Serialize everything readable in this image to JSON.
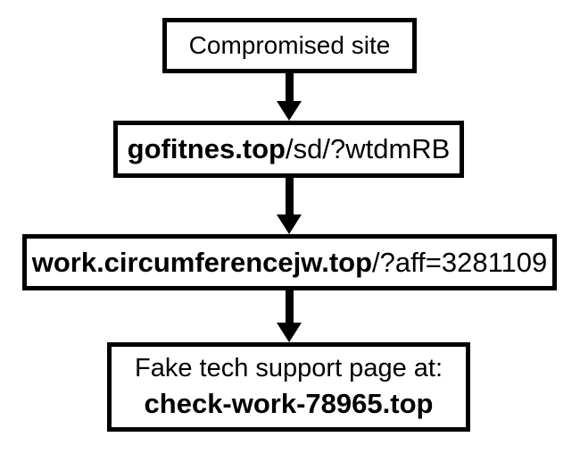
{
  "page": {
    "background_color": "#ffffff",
    "foreground_color": "#000000",
    "description": "Redirect chain flowchart from compromised site to fake tech support page"
  },
  "nodes": {
    "compromised_site": {
      "label": "Compromised site"
    },
    "gofitnes": {
      "domain": "gofitnes.top",
      "path": "/sd/?wtdmRB"
    },
    "circumference": {
      "domain": "work.circumferencejw.top",
      "path": "/?aff=3281109"
    },
    "fake_support": {
      "caption": "Fake tech support page at:",
      "domain": "check-work-78965.top"
    }
  },
  "arrows": {
    "arrow_1": "compromised_site -> gofitnes",
    "arrow_2": "gofitnes -> circumference",
    "arrow_3": "circumference -> fake_support"
  }
}
